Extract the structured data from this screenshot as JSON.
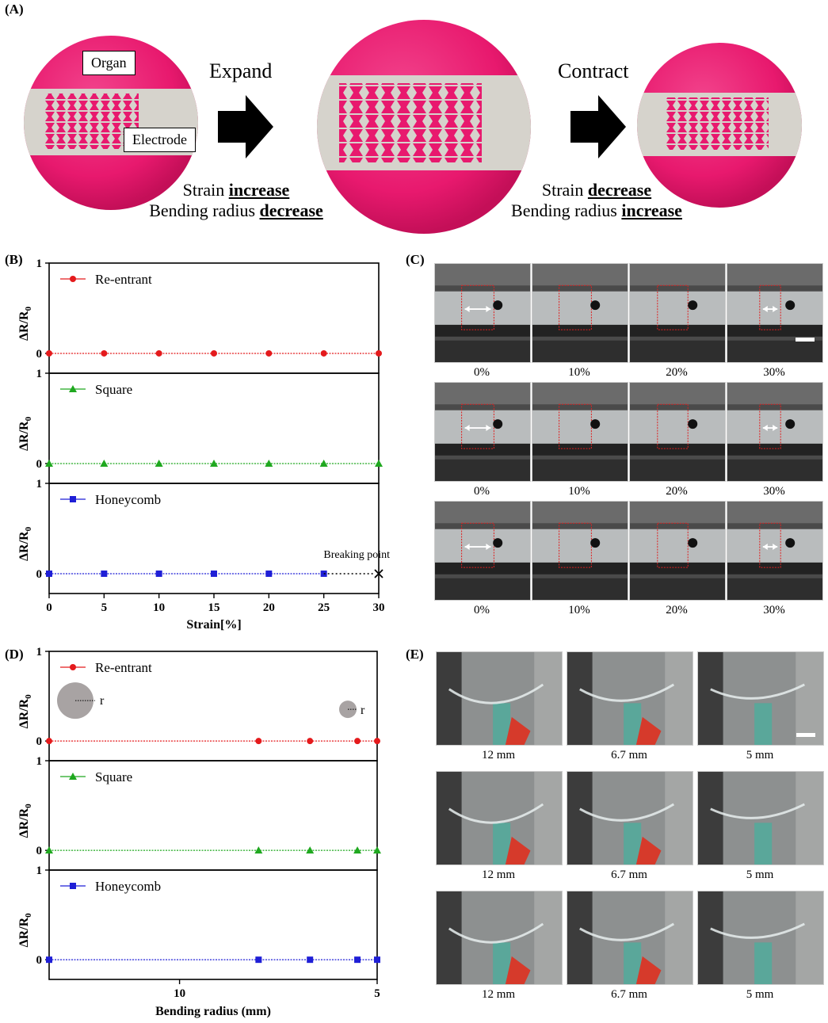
{
  "panels": {
    "a": "(A)",
    "b": "(B)",
    "c": "(C)",
    "d": "(D)",
    "e": "(E)"
  },
  "panel_a": {
    "organ_label": "Organ",
    "electrode_label": "Electrode",
    "expand_label": "Expand",
    "contract_label": "Contract",
    "expand_caption": {
      "l1_pre": "Strain ",
      "l1_bold": "increase",
      "l2_pre": "Bending radius ",
      "l2_bold": "decrease"
    },
    "contract_caption": {
      "l1_pre": "Strain ",
      "l1_bold": "decrease",
      "l2_pre": "Bending radius ",
      "l2_bold": "increase"
    },
    "colors": {
      "organ": "#e8196e",
      "electrode": "#d6d3cc"
    }
  },
  "chart_data": [
    {
      "type": "line",
      "panel": "B",
      "xlabel": "Strain[%]",
      "ylabel": "ΔR/R0",
      "xlim": [
        0,
        30
      ],
      "xticks": [
        "0",
        "5",
        "10",
        "15",
        "20",
        "25",
        "30"
      ],
      "subplots": [
        {
          "name": "Re-entrant",
          "color": "#e41a1c",
          "marker": "circle",
          "ylim": [
            0,
            1
          ],
          "yticks": [
            "0",
            "1"
          ],
          "x": [
            0,
            5,
            10,
            15,
            20,
            25,
            30
          ],
          "y": [
            0,
            0,
            0,
            0,
            0,
            0,
            0
          ]
        },
        {
          "name": "Square",
          "color": "#1fa81f",
          "marker": "triangle",
          "ylim": [
            0,
            1
          ],
          "yticks": [
            "0",
            "1"
          ],
          "x": [
            0,
            5,
            10,
            15,
            20,
            25,
            30
          ],
          "y": [
            0,
            0,
            0,
            0,
            0,
            0,
            0
          ]
        },
        {
          "name": "Honeycomb",
          "color": "#1f1fd6",
          "marker": "square",
          "ylim": [
            0,
            1
          ],
          "yticks": [
            "0",
            "1"
          ],
          "x": [
            0,
            5,
            10,
            15,
            20,
            25
          ],
          "y": [
            0,
            0,
            0,
            0,
            0,
            0
          ],
          "annotation": "Breaking point",
          "break_x": 30
        }
      ]
    },
    {
      "type": "line",
      "panel": "D",
      "xlabel": "Bending radius (mm)",
      "ylabel": "ΔR/R0",
      "xlim": [
        13.3,
        5
      ],
      "xticks": [
        "10",
        "5"
      ],
      "xtick_values": [
        10,
        5
      ],
      "subplots": [
        {
          "name": "Re-entrant",
          "color": "#e41a1c",
          "marker": "circle",
          "ylim": [
            0,
            1
          ],
          "yticks": [
            "0",
            "1"
          ],
          "x": [
            13.3,
            8,
            6.7,
            5.5,
            5
          ],
          "y": [
            0,
            0,
            0,
            0,
            0
          ],
          "radius_symbol": "r"
        },
        {
          "name": "Square",
          "color": "#1fa81f",
          "marker": "triangle",
          "ylim": [
            0,
            1
          ],
          "yticks": [
            "0",
            "1"
          ],
          "x": [
            13.3,
            8,
            6.7,
            5.5,
            5
          ],
          "y": [
            0,
            0,
            0,
            0,
            0
          ]
        },
        {
          "name": "Honeycomb",
          "color": "#1f1fd6",
          "marker": "square",
          "ylim": [
            0,
            1
          ],
          "yticks": [
            "0",
            "1"
          ],
          "x": [
            13.3,
            8,
            6.7,
            5.5,
            5
          ],
          "y": [
            0,
            0,
            0,
            0,
            0
          ]
        }
      ]
    }
  ],
  "panel_c": {
    "rows": [
      [
        "0%",
        "10%",
        "20%",
        "30%"
      ],
      [
        "0%",
        "10%",
        "20%",
        "30%"
      ],
      [
        "0%",
        "10%",
        "20%",
        "30%"
      ]
    ]
  },
  "panel_e": {
    "rows": [
      [
        "12 mm",
        "6.7 mm",
        "5 mm"
      ],
      [
        "12 mm",
        "6.7 mm",
        "5 mm"
      ],
      [
        "12 mm",
        "6.7 mm",
        "5 mm"
      ]
    ]
  }
}
